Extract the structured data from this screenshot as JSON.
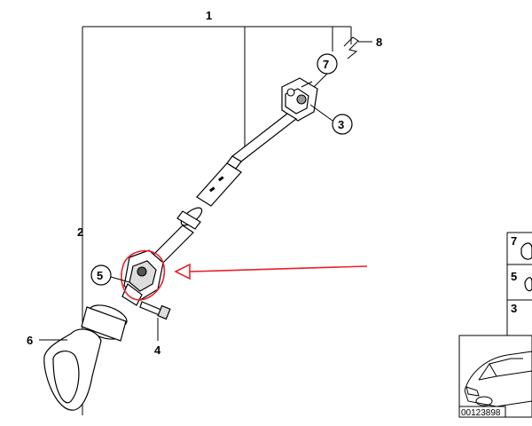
{
  "callouts": {
    "assembly": "1",
    "lower_shaft": "2",
    "upper_joint": "3",
    "bolt": "4",
    "lower_joint": "5",
    "boot": "6",
    "clip": "7",
    "spring": "8"
  },
  "legend": {
    "row_top": "7",
    "row_mid": "5",
    "row_bottom": "3"
  },
  "thumbnail": {
    "doc_id": "00123898"
  },
  "colors": {
    "highlight": "#e8202a",
    "line": "#000000"
  }
}
